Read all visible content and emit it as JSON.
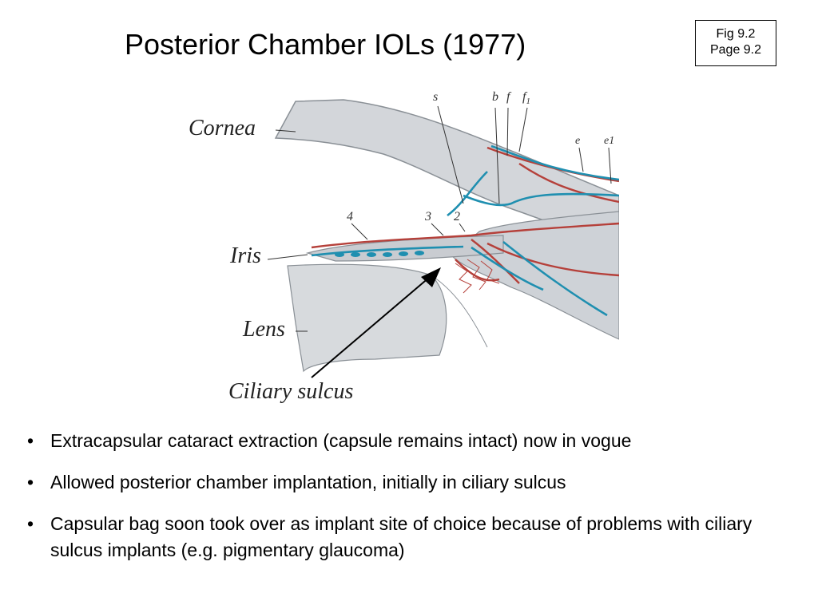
{
  "slide": {
    "title": "Posterior Chamber IOLs (1977)",
    "figure_ref": {
      "line1": "Fig 9.2",
      "line2": "Page 9.2"
    }
  },
  "figure": {
    "labels": {
      "cornea": "Cornea",
      "iris": "Iris",
      "lens": "Lens",
      "ciliary_sulcus": "Ciliary sulcus"
    },
    "letters": {
      "s": "s",
      "b": "b",
      "f": "f",
      "f1": "f",
      "f1_sub": "1",
      "e": "e",
      "e1": "e1",
      "n4": "4",
      "n3": "3",
      "n2": "2"
    },
    "colors": {
      "tissue": "#d3d6da",
      "tissue_edge": "#8a9096",
      "artery": "#b5403a",
      "vein": "#1f8fb0",
      "arrow": "#000000"
    }
  },
  "bullets": [
    {
      "marker": "•",
      "text": "Extracapsular cataract extraction (capsule remains intact) now in vogue"
    },
    {
      "marker": "•",
      "text": "Allowed posterior chamber implantation, initially in ciliary sulcus"
    },
    {
      "marker": "•",
      "text": "Capsular bag soon took over as implant site of choice because of problems with ciliary sulcus implants (e.g. pigmentary glaucoma)"
    }
  ]
}
